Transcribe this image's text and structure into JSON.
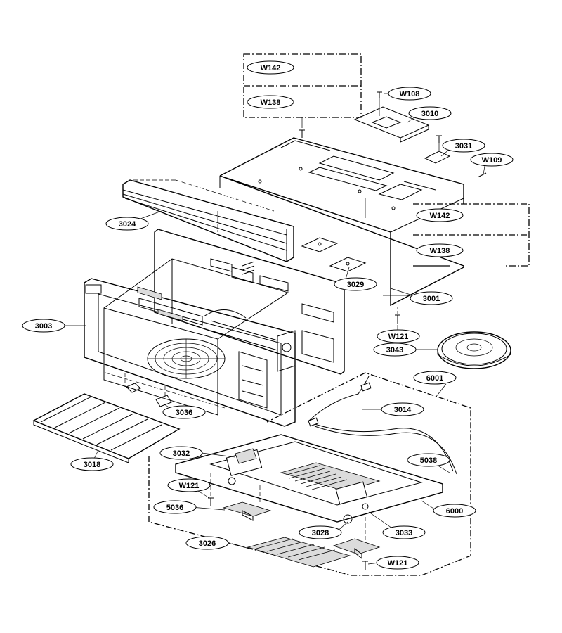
{
  "labels": {
    "w142_top": "W142",
    "w138_top": "W138",
    "w108": "W108",
    "p3010": "3010",
    "p3031": "3031",
    "w109": "W109",
    "w142_right": "W142",
    "w138_right": "W138",
    "p3024": "3024",
    "p3029": "3029",
    "p3001": "3001",
    "p3003": "3003",
    "w121_mid": "W121",
    "p3043": "3043",
    "p6001": "6001",
    "p3014": "3014",
    "p3036": "3036",
    "p3018": "3018",
    "p3032": "3032",
    "p5038": "5038",
    "w121_left": "W121",
    "p5036": "5036",
    "p6000": "6000",
    "p3028": "3028",
    "p3033": "3033",
    "p3026": "3026",
    "w121_bottom": "W121"
  }
}
